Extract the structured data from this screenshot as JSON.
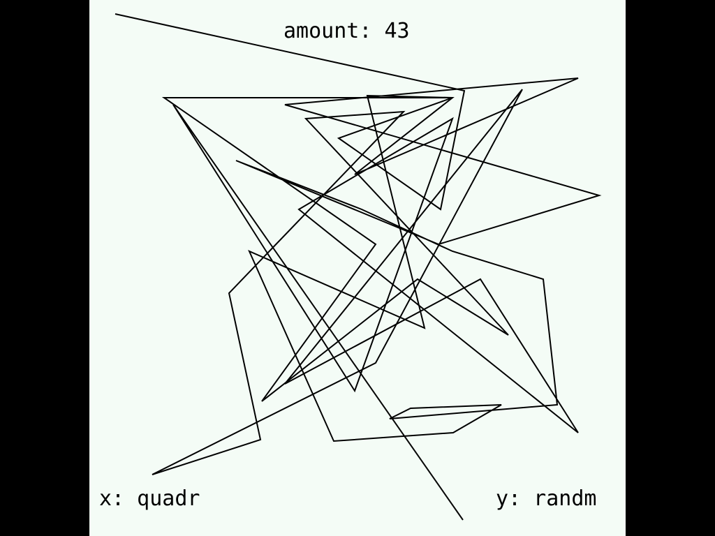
{
  "amount_label": "amount: 43",
  "x_label": "x: quadr",
  "y_label": "y: randm",
  "colors": {
    "outer_background": "#000000",
    "canvas_background": "#f4fcf6",
    "stroke": "#000000"
  }
}
